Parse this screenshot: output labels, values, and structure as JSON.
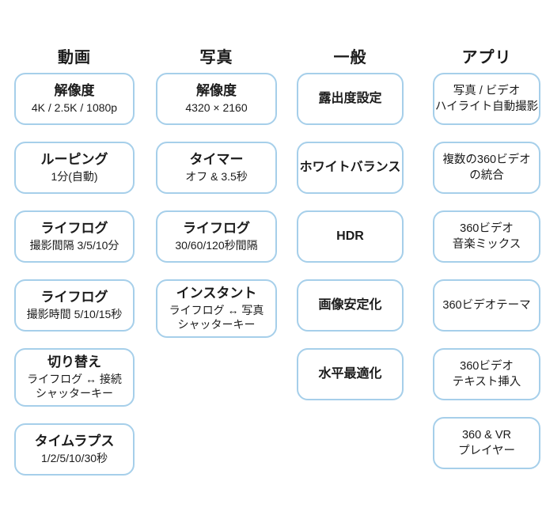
{
  "colors": {
    "border": "#a6cfea",
    "background": "#ffffff",
    "text": "#1b1b1b"
  },
  "columns": [
    {
      "header": "動画",
      "items": [
        {
          "title": "解像度",
          "lines": [
            "4K / 2.5K / 1080p"
          ]
        },
        {
          "title": "ルーピング",
          "lines": [
            "1分(自動)"
          ]
        },
        {
          "title": "ライフログ",
          "lines": [
            "撮影間隔 3/5/10分"
          ]
        },
        {
          "title": "ライフログ",
          "lines": [
            "撮影時間 5/10/15秒"
          ]
        },
        {
          "title": "切り替え",
          "lines": [
            "ライフログ ↔ 接続",
            "シャッターキー"
          ]
        },
        {
          "title": "タイムラプス",
          "lines": [
            "1/2/5/10/30秒"
          ]
        }
      ]
    },
    {
      "header": "写真",
      "items": [
        {
          "title": "解像度",
          "lines": [
            "4320 × 2160"
          ]
        },
        {
          "title": "タイマー",
          "lines": [
            "オフ & 3.5秒"
          ]
        },
        {
          "title": "ライフログ",
          "lines": [
            "30/60/120秒間隔"
          ]
        },
        {
          "title": "インスタント",
          "lines": [
            "ライフログ ↔ 写真",
            "シャッターキー"
          ]
        }
      ]
    },
    {
      "header": "一般",
      "items": [
        {
          "title": "露出度設定",
          "lines": []
        },
        {
          "title": "ホワイトバランス",
          "lines": []
        },
        {
          "title": "HDR",
          "lines": []
        },
        {
          "title": "画像安定化",
          "lines": []
        },
        {
          "title": "水平最適化",
          "lines": []
        }
      ]
    },
    {
      "header": "アプリ",
      "items": [
        {
          "lines": [
            "写真 / ビデオ",
            "ハイライト自動撮影"
          ]
        },
        {
          "lines": [
            "複数の360ビデオ",
            "の統合"
          ]
        },
        {
          "lines": [
            "360ビデオ",
            "音楽ミックス"
          ]
        },
        {
          "lines": [
            "360ビデオテーマ"
          ]
        },
        {
          "lines": [
            "360ビデオ",
            "テキスト挿入"
          ]
        },
        {
          "lines": [
            "360 & VR",
            "プレイヤー"
          ]
        }
      ]
    }
  ]
}
